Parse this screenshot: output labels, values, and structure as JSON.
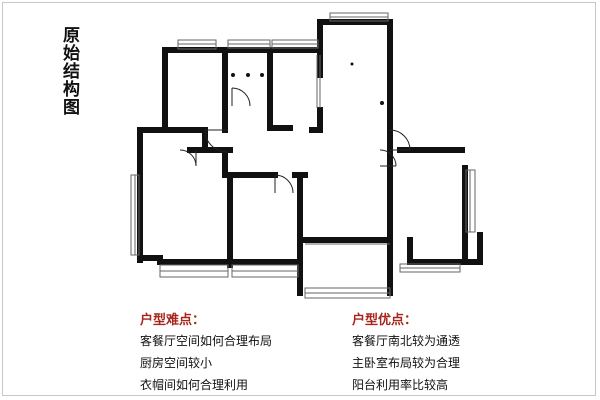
{
  "title": "原始结构图",
  "difficulties": {
    "heading": "户型难点：",
    "items": [
      "客餐厅空间如何合理布局",
      "厨房空间较小",
      "衣帽间如何合理利用"
    ]
  },
  "advantages": {
    "heading": "户型优点：",
    "items": [
      "客餐厅南北较为通透",
      "主卧室布局较为合理",
      "阳台利用率比较高"
    ]
  },
  "colors": {
    "wall": "#111111",
    "window": "#9a9a9a",
    "accent": "#a6261c",
    "border": "#c8c8c8"
  }
}
